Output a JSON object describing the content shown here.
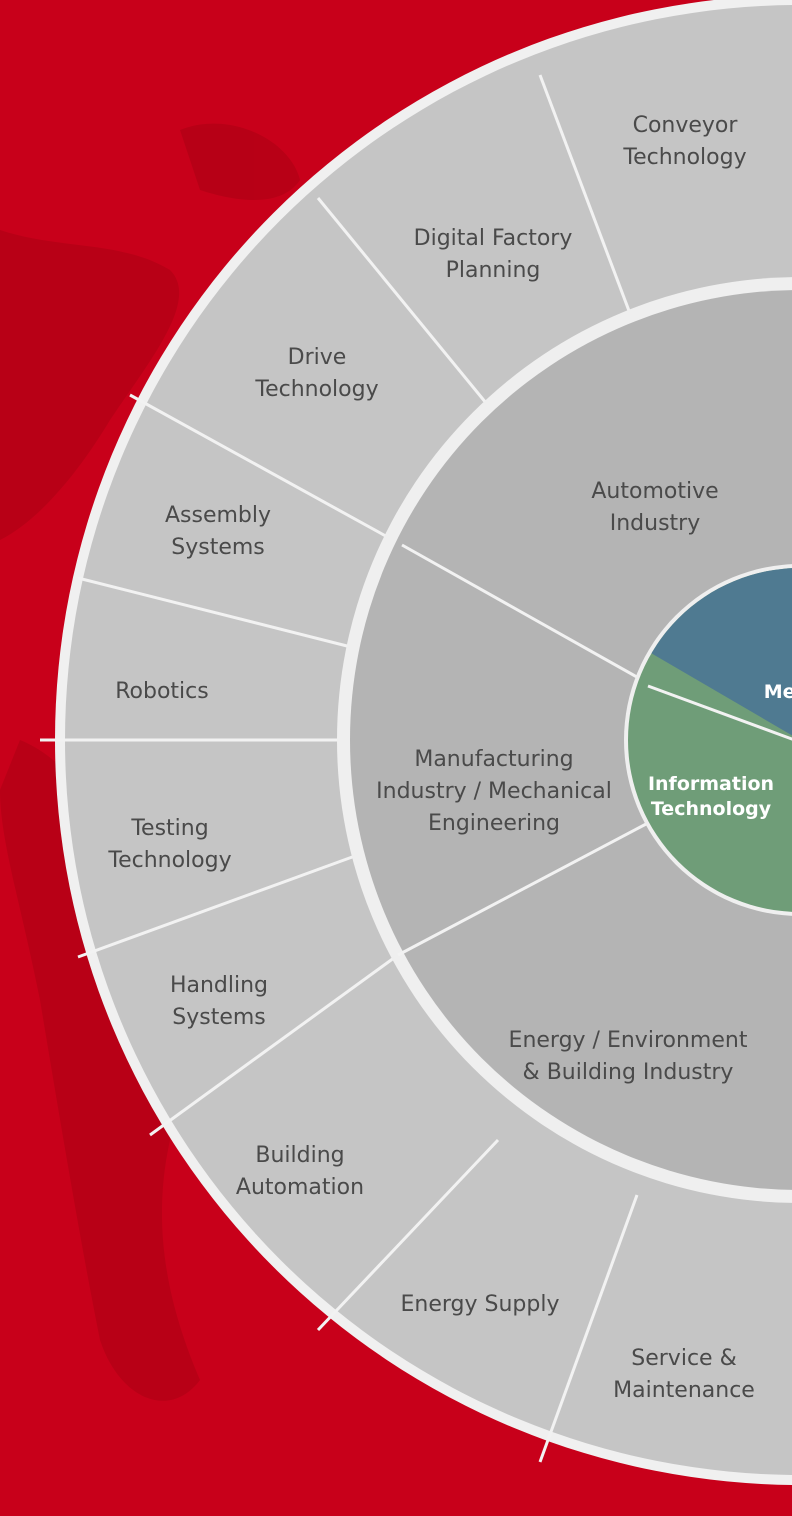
{
  "colors": {
    "background": "#c8001a",
    "outer_ring": "#c5c5c5",
    "middle_ring": "#b4b4b4",
    "divider": "#f2f2f2",
    "core_mechatronics": "#4f7a91",
    "core_information": "#6f9d78",
    "text": "#4a4a4a"
  },
  "outer_ring": [
    [
      "Conveyor",
      "Technology"
    ],
    [
      "Digital Factory",
      "Planning"
    ],
    [
      "Drive",
      "Technology"
    ],
    [
      "Assembly",
      "Systems"
    ],
    [
      "Robotics"
    ],
    [
      "Testing",
      "Technology"
    ],
    [
      "Handling",
      "Systems"
    ],
    [
      "Building",
      "Automation"
    ],
    [
      "Energy Supply"
    ],
    [
      "Service &",
      "Maintenance"
    ]
  ],
  "middle_ring": [
    [
      "Automotive",
      "Industry"
    ],
    [
      "Manufacturing",
      "Industry / Mechanical",
      "Engineering"
    ],
    [
      "Energy / Environment",
      "& Building Industry"
    ]
  ],
  "core": {
    "mechatronics": "Mech",
    "information": [
      "Information",
      "Technology"
    ]
  }
}
